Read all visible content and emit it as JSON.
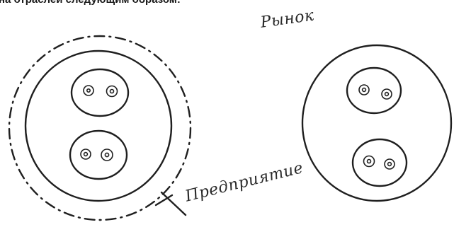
{
  "caption": "на отраслей следующим образом:",
  "labels": {
    "market": "Рынок",
    "enterprise": "Предприятие"
  },
  "ink_color": "#1f1f1f"
}
